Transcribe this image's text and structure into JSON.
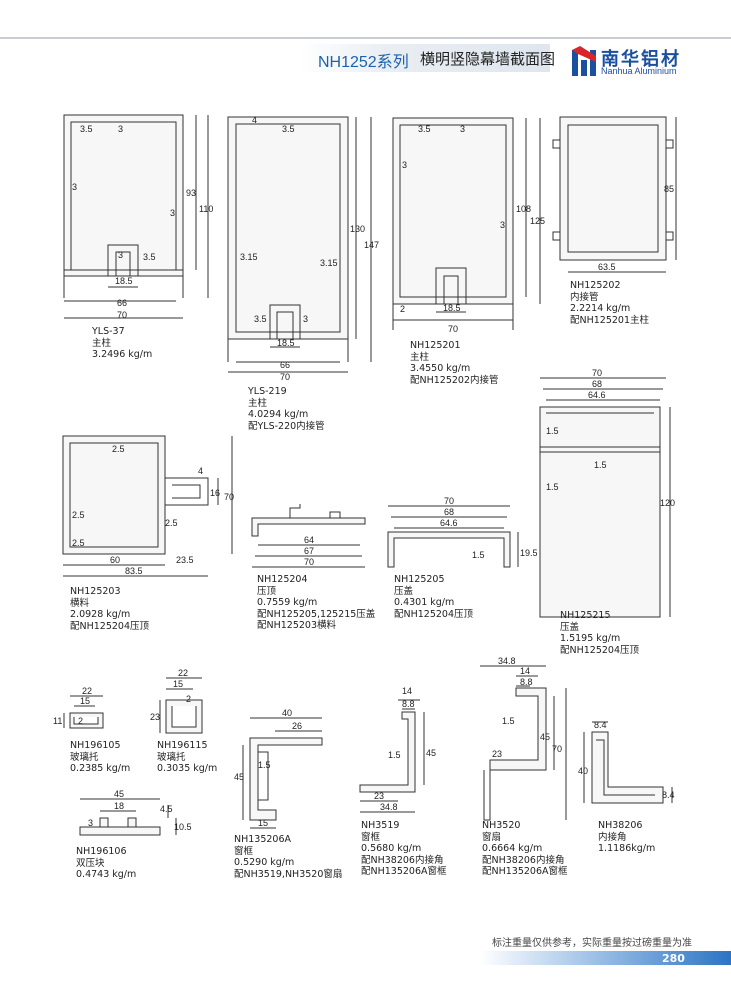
{
  "header": {
    "series": "NH1252系列",
    "title": "横明竖隐幕墙截面图",
    "brand_cn": "南华铝材",
    "brand_en": "Nanhua Aluminium",
    "brand_color": "#1b4fa0"
  },
  "profiles": [
    {
      "code": "YLS-37",
      "name": "主柱",
      "weight": "3.2496 kg/m",
      "note": ""
    },
    {
      "code": "YLS-219",
      "name": "主柱",
      "weight": "4.0294 kg/m",
      "note": "配YLS-220内接管"
    },
    {
      "code": "NH125201",
      "name": "主柱",
      "weight": "3.4550 kg/m",
      "note": "配NH125202内接管"
    },
    {
      "code": "NH125202",
      "name": "内接管",
      "weight": "2.2214 kg/m",
      "note": "配NH125201主柱"
    },
    {
      "code": "NH125203",
      "name": "横料",
      "weight": "2.0928 kg/m",
      "note": "配NH125204压顶"
    },
    {
      "code": "NH125204",
      "name": "压顶",
      "weight": "0.7559 kg/m",
      "note": "配NH125205,125215压盖",
      "note2": "配NH125203横料"
    },
    {
      "code": "NH125205",
      "name": "压盖",
      "weight": "0.4301 kg/m",
      "note": "配NH125204压顶"
    },
    {
      "code": "NH125215",
      "name": "压盖",
      "weight": "1.5195 kg/m",
      "note": "配NH125204压顶"
    },
    {
      "code": "NH196105",
      "name": "玻璃托",
      "weight": "0.2385 kg/m",
      "note": ""
    },
    {
      "code": "NH196115",
      "name": "玻璃托",
      "weight": "0.3035 kg/m",
      "note": ""
    },
    {
      "code": "NH196106",
      "name": "双压块",
      "weight": "0.4743 kg/m",
      "note": ""
    },
    {
      "code": "NH135206A",
      "name": "窗框",
      "weight": "0.5290 kg/m",
      "note": "配NH3519,NH3520窗扇"
    },
    {
      "code": "NH3519",
      "name": "窗框",
      "weight": "0.5680 kg/m",
      "note": "配NH38206内接角",
      "note2": "配NH135206A窗框"
    },
    {
      "code": "NH3520",
      "name": "窗扇",
      "weight": "0.6664 kg/m",
      "note": "配NH38206内接角",
      "note2": "配NH135206A窗框"
    },
    {
      "code": "NH38206",
      "name": "内接角",
      "weight": "1.1186kg/m",
      "note": ""
    }
  ],
  "dims": {
    "yls37": [
      "3.5",
      "3",
      "93",
      "110",
      "3",
      "3",
      "3",
      "3.5",
      "18.5",
      "66",
      "70"
    ],
    "yls219": [
      "4",
      "3.5",
      "130",
      "147",
      "3.15",
      "3.15",
      "3.5",
      "3",
      "18.5",
      "66",
      "70"
    ],
    "nh125201": [
      "3.5",
      "3",
      "3",
      "108",
      "125",
      "3",
      "2",
      "18.5",
      "70"
    ],
    "nh125202": [
      "85",
      "63.5"
    ],
    "nh125203": [
      "2.5",
      "4",
      "16",
      "70",
      "2.5",
      "2.5",
      "2.5",
      "60",
      "23.5",
      "83.5"
    ],
    "nh125204": [
      "64",
      "67",
      "70"
    ],
    "nh125205": [
      "70",
      "68",
      "64.6",
      "1.5",
      "19.5"
    ],
    "nh125215": [
      "70",
      "68",
      "64.6",
      "1.5",
      "1.5",
      "1.5",
      "120"
    ],
    "nh196105": [
      "22",
      "15",
      "11",
      "2"
    ],
    "nh196115": [
      "22",
      "15",
      "2",
      "23"
    ],
    "nh196106": [
      "45",
      "18",
      "3",
      "4.5",
      "10.5"
    ],
    "nh135206a": [
      "40",
      "26",
      "1.5",
      "45",
      "15"
    ],
    "nh3519": [
      "14",
      "8.8",
      "45",
      "1.5",
      "23",
      "34.8"
    ],
    "nh3520": [
      "34.8",
      "14",
      "8.8",
      "1.5",
      "45",
      "70",
      "23"
    ],
    "nh38206": [
      "8.4",
      "40",
      "8.4"
    ]
  },
  "footer": {
    "note": "标注重量仅供参考，实际重量按过磅重量为准",
    "page": "280",
    "accent": "#2b74c4"
  }
}
